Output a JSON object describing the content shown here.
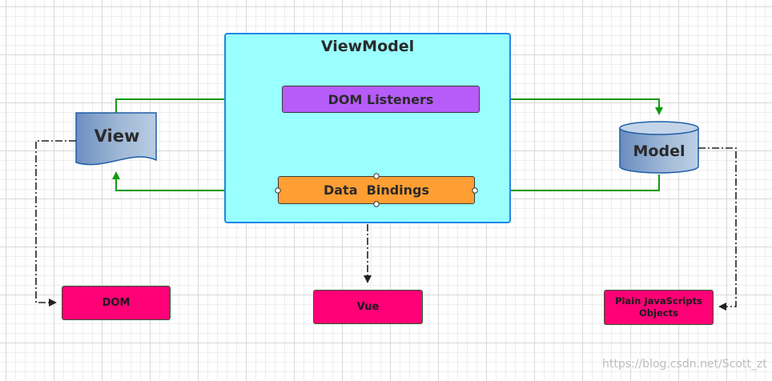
{
  "diagram": {
    "viewmodel": {
      "title": "ViewModel"
    },
    "dom_listeners": {
      "label": "DOM Listeners"
    },
    "data_bindings": {
      "label": "Data  Bindings"
    },
    "view": {
      "label": "View"
    },
    "model": {
      "label": "Model"
    },
    "dom": {
      "label": "DOM"
    },
    "vue": {
      "label": "Vue"
    },
    "plain_js_objects": {
      "line1": "Plain JavaScripts",
      "line2": "Objects"
    }
  },
  "watermark": {
    "text": "https://blog.csdn.net/Scott_zt"
  },
  "colors": {
    "viewmodel_fill": "#99ffff",
    "viewmodel_border": "#1e88e5",
    "dom_listeners_fill": "#b65cf8",
    "data_bindings_fill": "#ff9f33",
    "view_fill": "#7ea1c8",
    "model_fill": "#7ea1c8",
    "pink_fill": "#ff0077",
    "flow_arrow": "#119911",
    "dependency_arrow": "#222222"
  }
}
